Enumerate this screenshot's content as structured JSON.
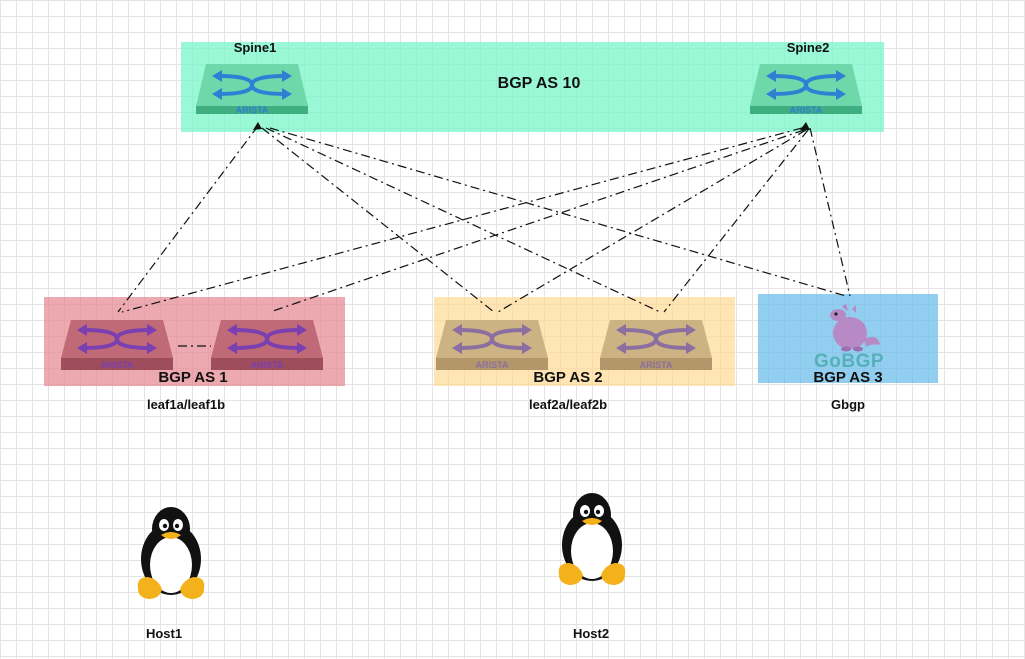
{
  "zones": {
    "spine": {
      "label": "BGP AS 10",
      "color": "#78f5c8"
    },
    "as1": {
      "label": "BGP AS 1",
      "color": "#e68c96"
    },
    "as2": {
      "label": "BGP AS 2",
      "color": "#ffd78c"
    },
    "as3": {
      "label": "BGP AS 3",
      "color": "#6ebeeb"
    }
  },
  "nodes": {
    "spine1": {
      "label": "Spine1",
      "vendor": "ARISTA",
      "icon": "arista-switch-icon"
    },
    "spine2": {
      "label": "Spine2",
      "vendor": "ARISTA",
      "icon": "arista-switch-icon"
    },
    "leaf1a": {
      "vendor": "ARISTA",
      "icon": "arista-switch-icon"
    },
    "leaf1b": {
      "vendor": "ARISTA",
      "icon": "arista-switch-icon"
    },
    "leaf2a": {
      "vendor": "ARISTA",
      "icon": "arista-switch-icon"
    },
    "leaf2b": {
      "vendor": "ARISTA",
      "icon": "arista-switch-icon"
    },
    "gbgp": {
      "logo_text": "GoBGP",
      "icon": "gobgp-gopher-icon"
    },
    "host1": {
      "label": "Host1",
      "icon": "linux-tux-icon"
    },
    "host2": {
      "label": "Host2",
      "icon": "linux-tux-icon"
    }
  },
  "group_labels": {
    "leaf1": "leaf1a/leaf1b",
    "leaf2": "leaf2a/leaf2b",
    "gbgp": "Gbgp"
  },
  "links": [
    {
      "from": "spine1",
      "to": "leaf1a",
      "style": "dash-dot"
    },
    {
      "from": "spine1",
      "to": "leaf2a",
      "style": "dash-dot"
    },
    {
      "from": "spine1",
      "to": "leaf2b",
      "style": "dash-dot"
    },
    {
      "from": "spine1",
      "to": "gbgp",
      "style": "dash-dot"
    },
    {
      "from": "spine2",
      "to": "leaf1a",
      "style": "dash-dot"
    },
    {
      "from": "spine2",
      "to": "leaf1b",
      "style": "dash-dot"
    },
    {
      "from": "spine2",
      "to": "leaf2a",
      "style": "dash-dot"
    },
    {
      "from": "spine2",
      "to": "leaf2b",
      "style": "dash-dot"
    },
    {
      "from": "spine2",
      "to": "gbgp",
      "style": "dash-dot"
    },
    {
      "from": "leaf1a",
      "to": "leaf1b",
      "style": "dash-dot"
    }
  ],
  "colors": {
    "spine_switch": "#5fc99c",
    "leaf_switch": "#b85c6c",
    "leaf2_switch": "#c9ae7c",
    "spine_arrow": "#2f7fd4",
    "leaf_arrow": "#7a3fb0",
    "link": "#111111"
  }
}
